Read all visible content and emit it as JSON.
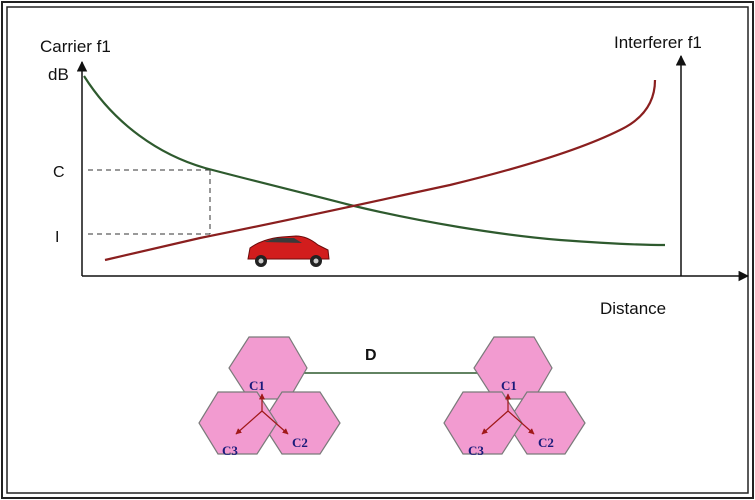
{
  "graph": {
    "left_axis_label": "Carrier f1",
    "right_axis_label": "Interferer f1",
    "y_unit": "dB",
    "x_axis_label": "Distance",
    "level_c": "C",
    "level_i": "I"
  },
  "curves": {
    "carrier_color": "#2e5a2e",
    "interferer_color": "#8a1f1f"
  },
  "car_icon": "red-sports-car-icon",
  "reuse": {
    "distance_label": "D",
    "cluster_left": {
      "cells": [
        "C1",
        "C2",
        "C3"
      ]
    },
    "cluster_right": {
      "cells": [
        "C1",
        "C2",
        "C3"
      ]
    },
    "hex_color": "#f29bd0"
  }
}
